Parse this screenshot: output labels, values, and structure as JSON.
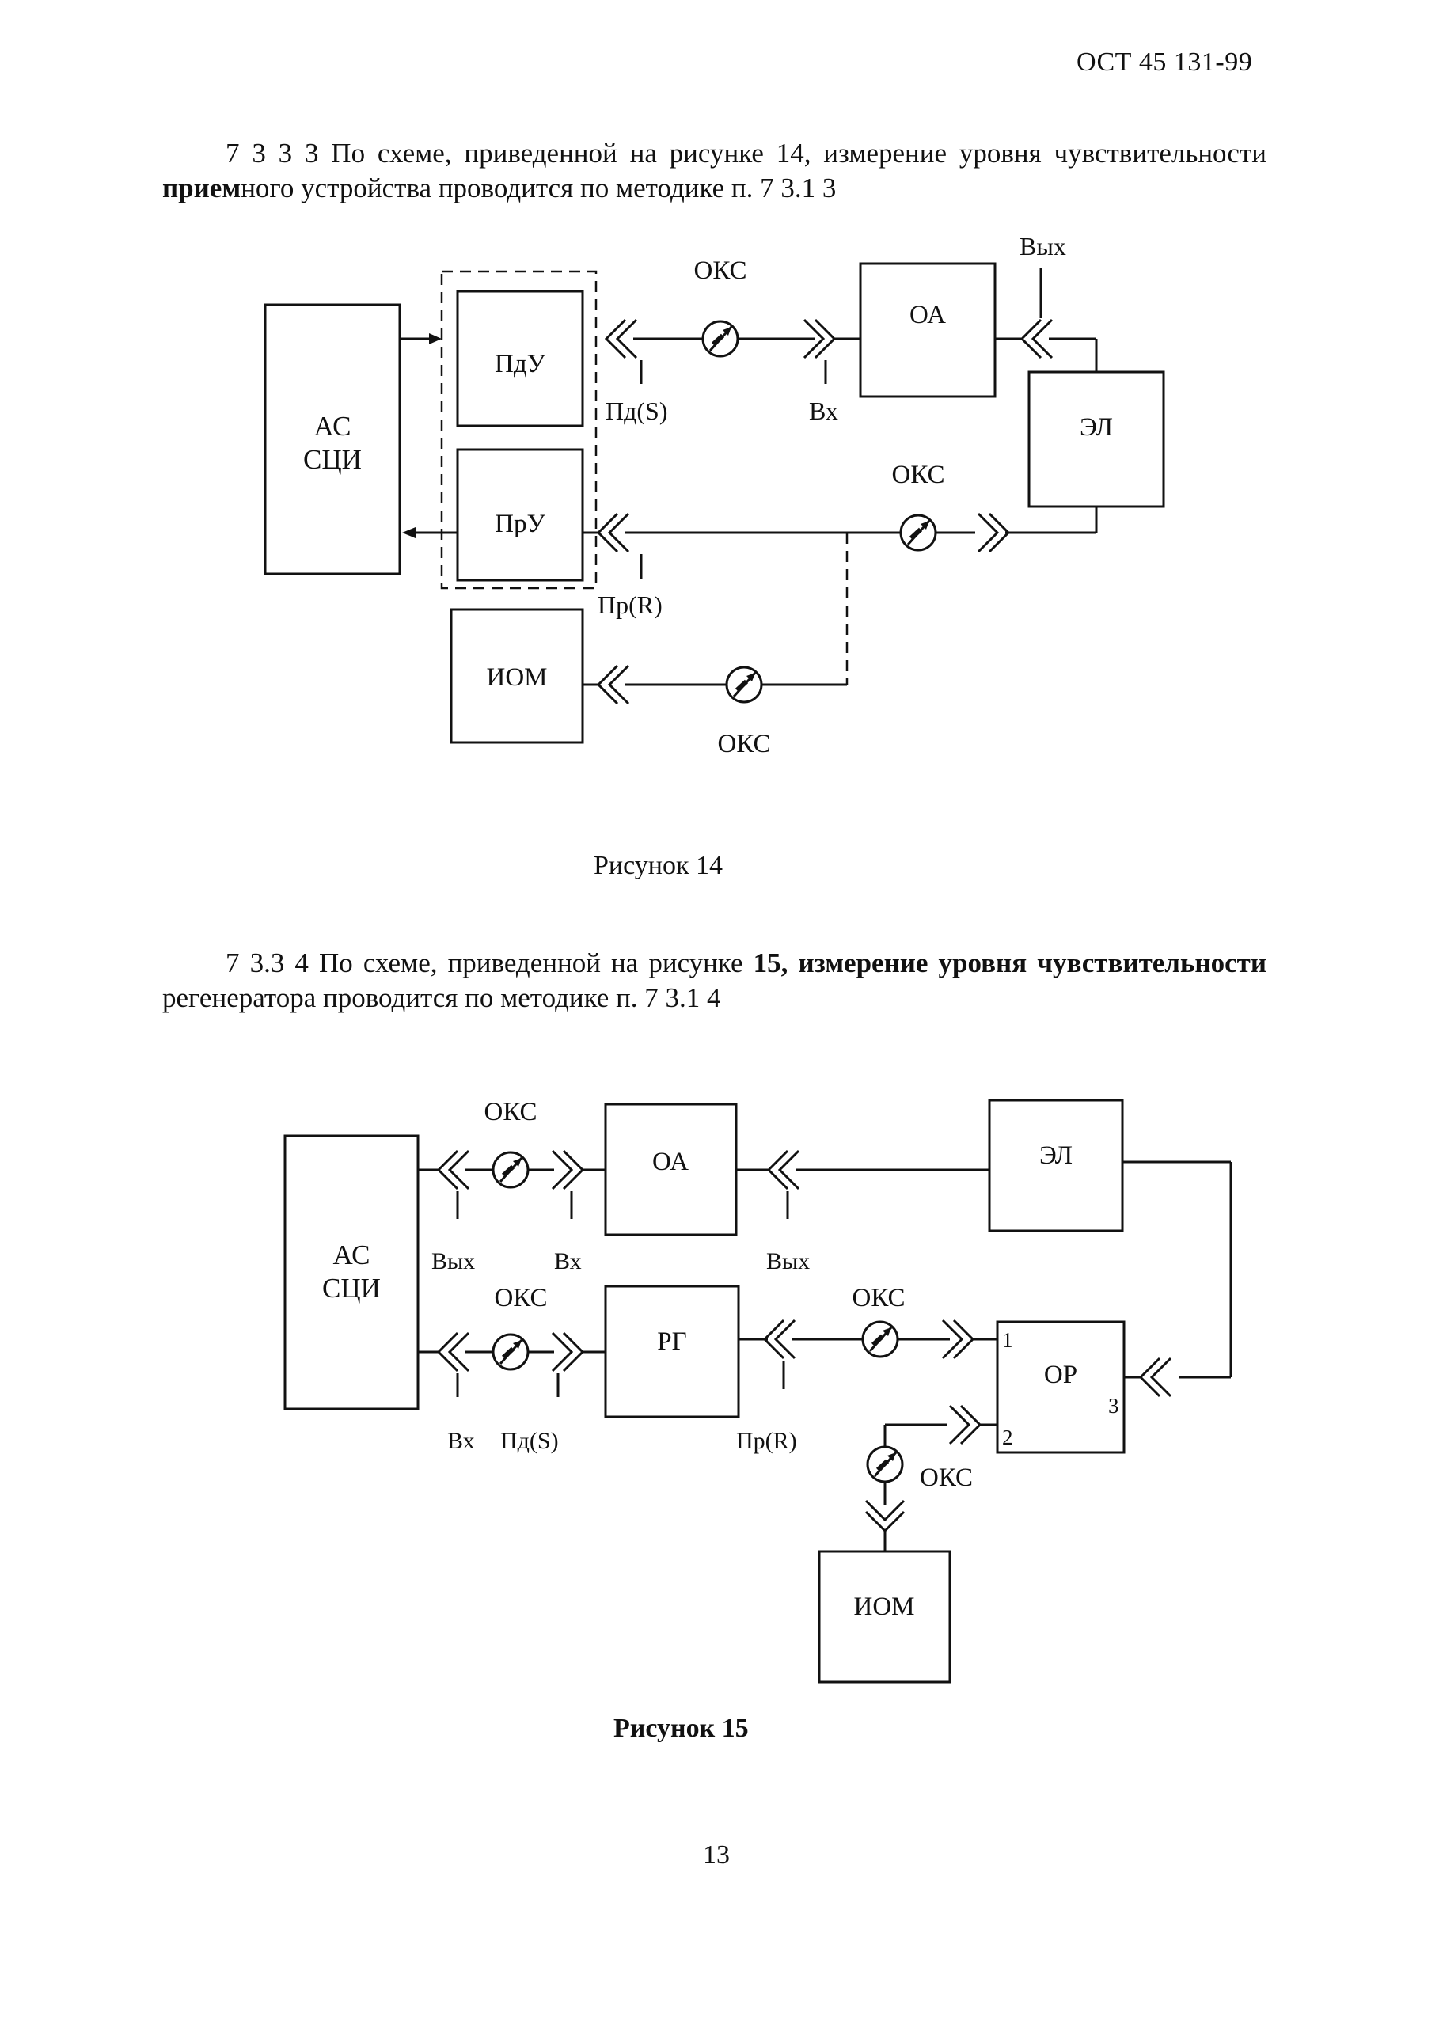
{
  "header": {
    "doc_code": "ОСТ 45 131-99"
  },
  "section_7333": {
    "line1": "7 3 3 3 По схеме, приведенной на рисунке 14, измерение уровня чувствительности",
    "line2_bold": "прием",
    "line2_rest": "ного устройства проводится по методике п. 7 3.1 3"
  },
  "figure14": {
    "labels": {
      "as": "АС",
      "sci": "СЦИ",
      "pdu": "ПдУ",
      "pru": "ПрУ",
      "iom": "ИОМ",
      "oa": "ОА",
      "el": "ЭЛ",
      "oks_top": "ОКС",
      "oks_mid": "ОКС",
      "oks_bottom": "ОКС",
      "vyh": "Вых",
      "vh": "Вх",
      "pd_s": "Пд(S)",
      "pr_r": "Пр(R)"
    },
    "caption": "Рисунок 14"
  },
  "section_7334": {
    "line1_plain": "7 3.3 4 По схеме, приведенной на рисунке ",
    "line1_bold": "15, измерение уровня чувствительности",
    "line2": "регенератора проводится по методике  п. 7 3.1 4"
  },
  "figure15": {
    "labels": {
      "as": "АС",
      "sci": "СЦИ",
      "oa": "ОА",
      "rg": "РГ",
      "el": "ЭЛ",
      "or": "ОР",
      "iom": "ИОМ",
      "oks_top": "ОКС",
      "oks_left_bottom": "ОКС",
      "oks_rg_or": "ОКС",
      "oks_iom": "ОКС",
      "vyh_left": "Вых",
      "vh_top": "Вх",
      "vyh_oa": "Вых",
      "vh_bottom": "Вх",
      "pd_s": "Пд(S)",
      "pr_r": "Пр(R)",
      "port1": "1",
      "port2": "2",
      "port3": "3"
    },
    "caption": "Рисунок 15"
  },
  "page_number": "13"
}
